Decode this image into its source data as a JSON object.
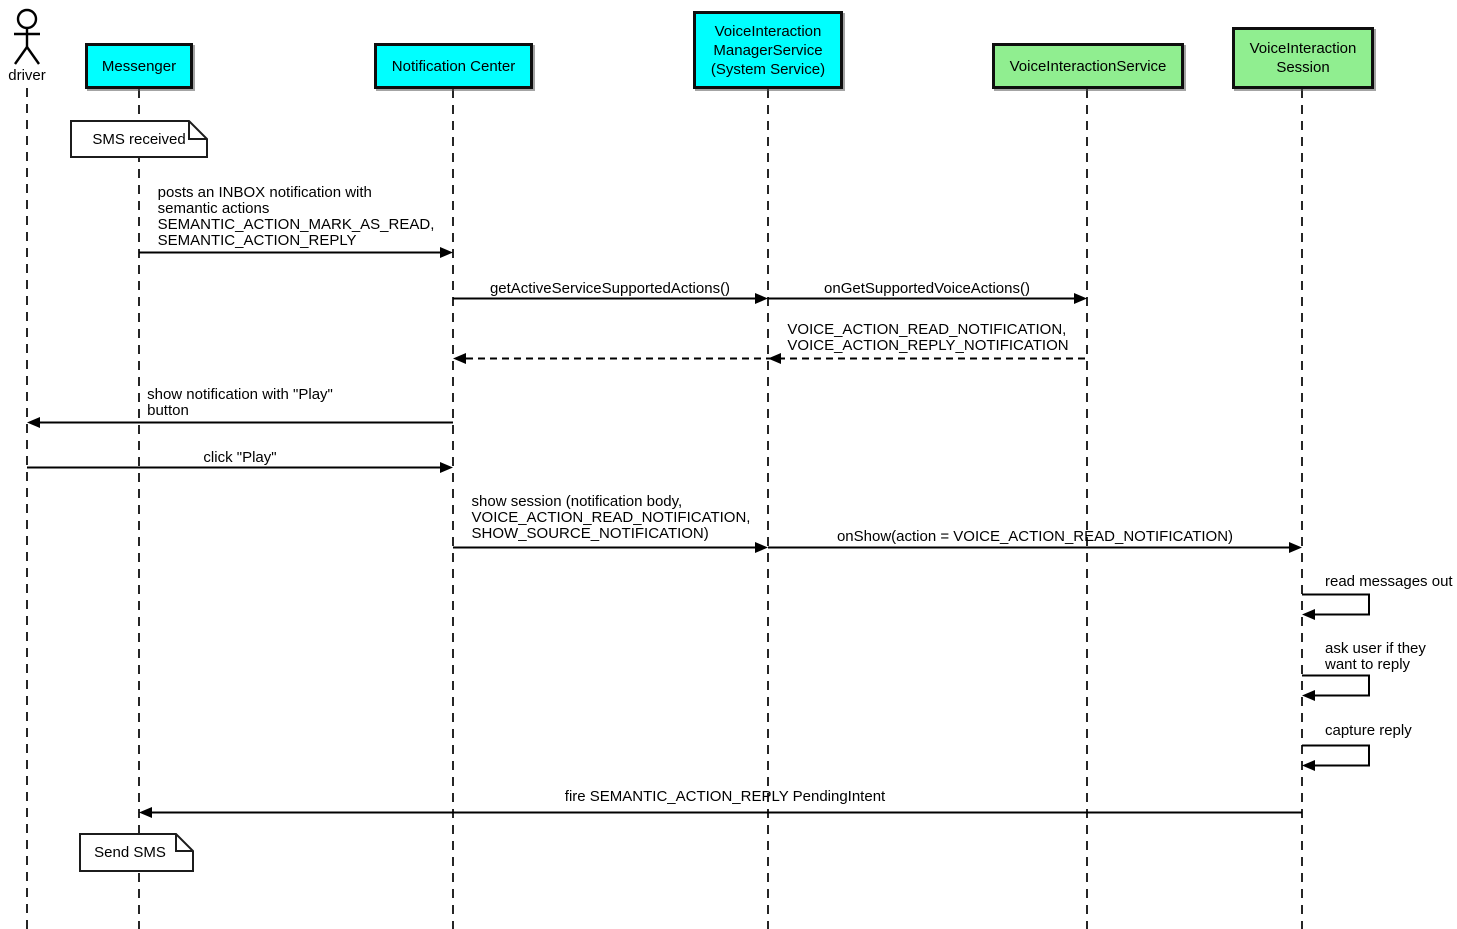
{
  "colors": {
    "participant_cyan": "#00ffff",
    "participant_green": "#90ee90",
    "line_black": "#000000",
    "note_background": "#ffffff"
  },
  "actor": {
    "label": "driver"
  },
  "participants": {
    "messenger": {
      "label": "Messenger"
    },
    "notification_center": {
      "label": "Notification Center"
    },
    "voice_interaction_manager_service": {
      "line1": "VoiceInteraction",
      "line2": "ManagerService",
      "line3": "(System Service)"
    },
    "voice_interaction_service": {
      "label": "VoiceInteractionService"
    },
    "voice_interaction_session": {
      "line1": "VoiceInteraction",
      "line2": "Session"
    }
  },
  "notes": {
    "sms_received": {
      "label": "SMS received"
    },
    "send_sms": {
      "label": "Send SMS"
    }
  },
  "messages": {
    "post_inbox_notification": {
      "line1": "posts an INBOX notification with",
      "line2": "semantic actions",
      "line3": "SEMANTIC_ACTION_MARK_AS_READ,",
      "line4": "SEMANTIC_ACTION_REPLY"
    },
    "get_active_service_supported_actions": {
      "label": "getActiveServiceSupportedActions()"
    },
    "on_get_supported_voice_actions": {
      "label": "onGetSupportedVoiceActions()"
    },
    "supported_voice_actions_return": {
      "line1": "VOICE_ACTION_READ_NOTIFICATION,",
      "line2": "VOICE_ACTION_REPLY_NOTIFICATION"
    },
    "show_notification": {
      "line1": "show notification with \"Play\"",
      "line2": "button"
    },
    "click_play": {
      "label": "click \"Play\""
    },
    "show_session": {
      "line1": "show session (notification body,",
      "line2": "VOICE_ACTION_READ_NOTIFICATION,",
      "line3": "SHOW_SOURCE_NOTIFICATION)"
    },
    "on_show": {
      "label": "onShow(action = VOICE_ACTION_READ_NOTIFICATION)"
    },
    "read_messages_out": {
      "label": "read messages out"
    },
    "ask_user_reply": {
      "line1": "ask user if they",
      "line2": "want to reply"
    },
    "capture_reply": {
      "label": "capture reply"
    },
    "fire_reply_pending_intent": {
      "label": "fire SEMANTIC_ACTION_REPLY PendingIntent"
    }
  }
}
